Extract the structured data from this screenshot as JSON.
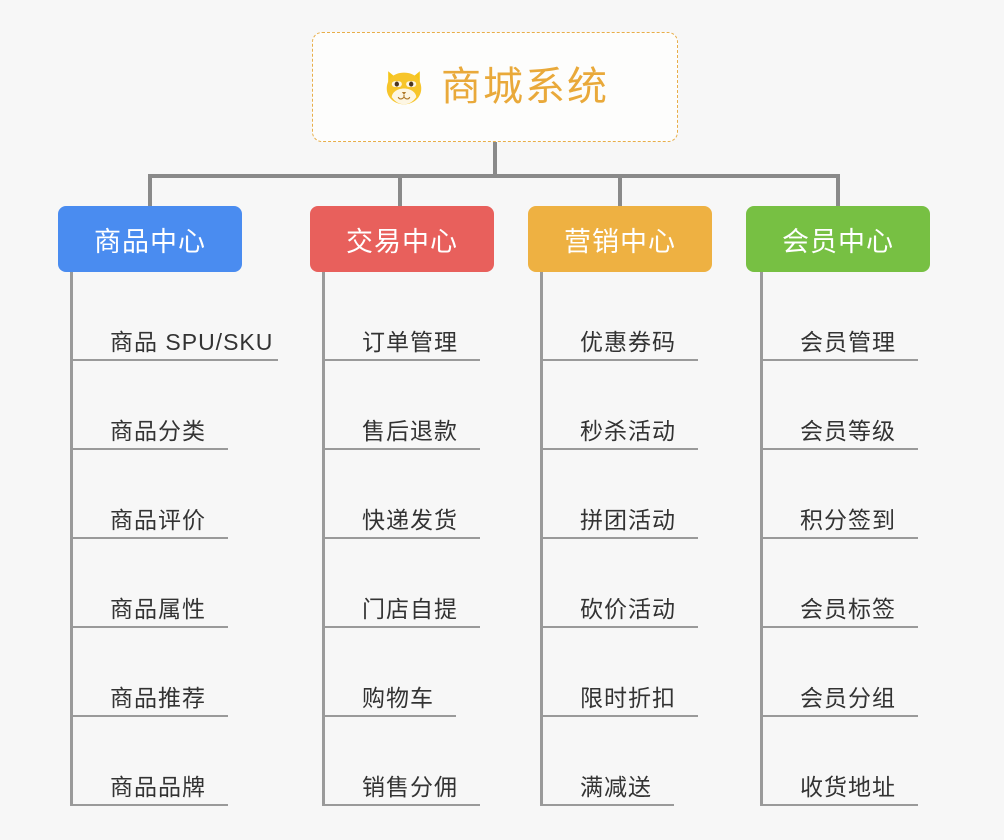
{
  "root": {
    "title": "商城系统",
    "icon": "shiba-dog-icon",
    "title_color": "#e9a93a",
    "border_color": "#e8ae49",
    "background": "#fdfdfc"
  },
  "canvas": {
    "background": "#f7f7f7",
    "connector_color": "#8a8a8a",
    "leaf_line_color": "#9a9a9a",
    "leaf_text_color": "#333333"
  },
  "columns": [
    {
      "title": "商品中心",
      "color": "#4a8cf0",
      "items": [
        "商品 SPU/SKU",
        "商品分类",
        "商品评价",
        "商品属性",
        "商品推荐",
        "商品品牌"
      ]
    },
    {
      "title": "交易中心",
      "color": "#e8605c",
      "items": [
        "订单管理",
        "售后退款",
        "快递发货",
        "门店自提",
        "购物车",
        "销售分佣"
      ]
    },
    {
      "title": "营销中心",
      "color": "#eeb142",
      "items": [
        "优惠券码",
        "秒杀活动",
        "拼团活动",
        "砍价活动",
        "限时折扣",
        "满减送"
      ]
    },
    {
      "title": "会员中心",
      "color": "#77c043",
      "items": [
        "会员管理",
        "会员等级",
        "积分签到",
        "会员标签",
        "会员分组",
        "收货地址"
      ]
    }
  ]
}
